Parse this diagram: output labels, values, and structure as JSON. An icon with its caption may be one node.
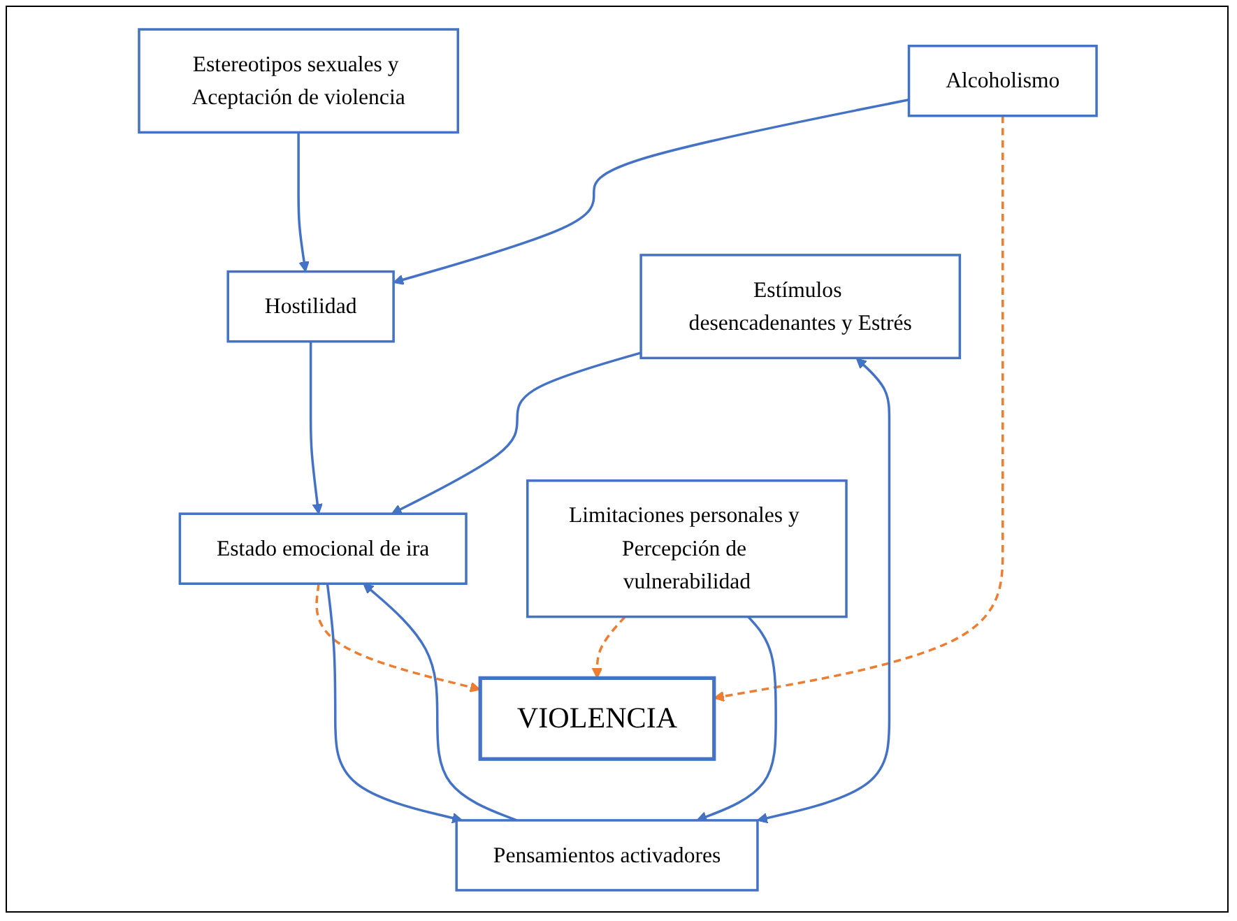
{
  "diagram": {
    "nodes": [
      {
        "text": [
          "Estereotipos sexuales y Aceptación de violencia"
        ]
      },
      {
        "text": [
          "Hostilidad"
        ]
      },
      {
        "text": [
          "Alcoholismo"
        ]
      },
      {
        "text": [
          "Estímulos desencadenantes y Estrés"
        ]
      },
      {
        "text": [
          "Estado emocional de ira"
        ]
      },
      {
        "text": [
          "VIOLENCIA"
        ]
      },
      {
        "text": [
          "Pensamientos activadores"
        ]
      },
      {
        "text": [
          "Limitaciones personales y Percepción de vulnerabilidad"
        ]
      }
    ],
    "edges": [
      {
        "from": 0,
        "to": 1,
        "arrow": "to"
      },
      {
        "from": 2,
        "to": 1,
        "arrow": "to"
      },
      {
        "from": 2,
        "to": 5,
        "arrow": "to",
        "style": "dashed",
        "color": "#ed7d31"
      },
      {
        "from": 1,
        "to": 4,
        "arrow": "to"
      },
      {
        "from": 3,
        "to": 4,
        "arrow": "to"
      },
      {
        "from": 4,
        "to": 5,
        "arrow": "to",
        "style": "dashed",
        "color": "#ed7d31"
      },
      {
        "from": 6,
        "to": 4,
        "arrow": "to"
      },
      {
        "from": 4,
        "to": 6,
        "arrow": "to"
      },
      {
        "from": 3,
        "to": 6,
        "arrow": "both"
      },
      {
        "from": 7,
        "to": 5,
        "arrow": "to",
        "style": "dashed",
        "color": "#ed7d31"
      },
      {
        "from": 7,
        "to": 6,
        "arrow": "to"
      }
    ]
  }
}
